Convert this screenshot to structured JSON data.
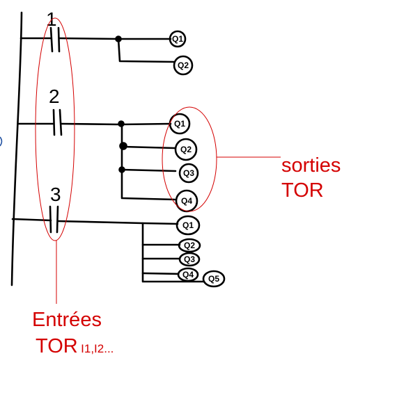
{
  "diagram": {
    "contacts": [
      {
        "number": "1",
        "outputs": [
          "Q1",
          "Q2"
        ]
      },
      {
        "number": "2",
        "outputs": [
          "Q1",
          "Q2",
          "Q3",
          "Q4"
        ]
      },
      {
        "number": "3",
        "outputs": [
          "Q1",
          "Q2",
          "Q3",
          "Q4",
          "Q5"
        ]
      }
    ],
    "annotation_outputs": {
      "line1": "sorties",
      "line2": "TOR"
    },
    "annotation_inputs": {
      "line1": "Entrées",
      "line2": "TOR",
      "suffix": "I1,I2..."
    }
  },
  "colors": {
    "ink": "#000000",
    "annotation": "#d40000",
    "edge_mark": "#1f4fa0"
  }
}
